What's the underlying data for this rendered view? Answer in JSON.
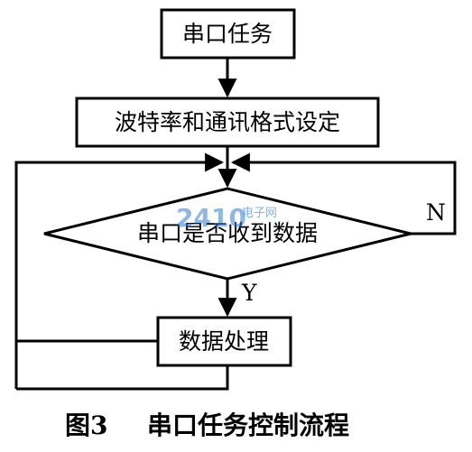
{
  "flowchart": {
    "start_node": "串口任务",
    "setup_node": "波特率和通讯格式设定",
    "decision_node": "串口是否收到数据",
    "process_node": "数据处理",
    "yes_label": "Y",
    "no_label": "N"
  },
  "caption": {
    "figure_number": "图3",
    "title": "串口任务控制流程"
  },
  "watermark": {
    "text": "2410",
    "subtext": "电子网"
  },
  "colors": {
    "line": "#000000",
    "watermark": "#2f7fd6"
  }
}
